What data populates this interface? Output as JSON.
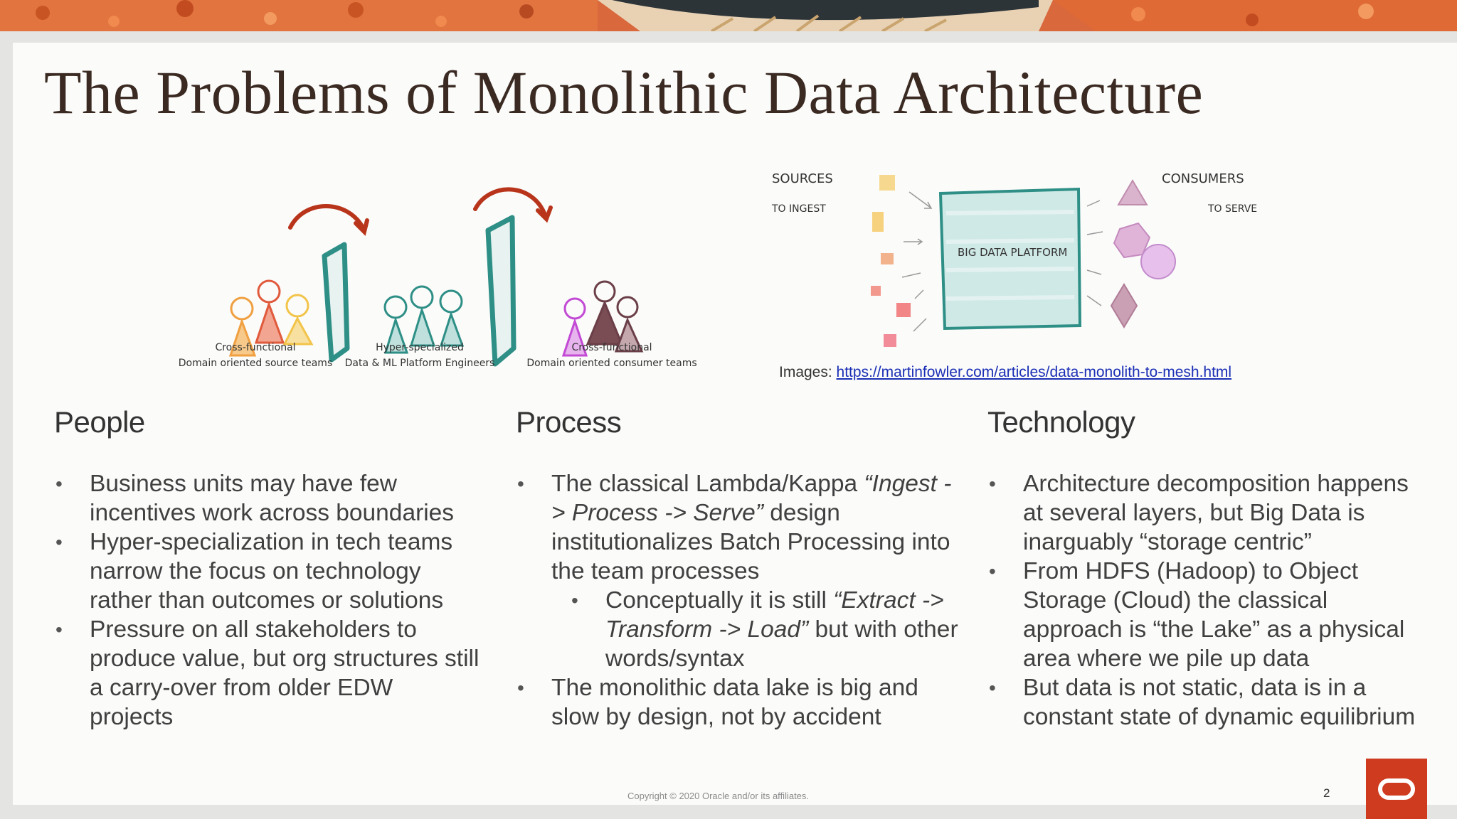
{
  "title": "The Problems of Monolithic Data Architecture",
  "figure_left": {
    "captions": [
      {
        "line1": "Cross-functional",
        "line2": "Domain oriented source teams"
      },
      {
        "line1": "Hyper-specialized",
        "line2": "Data & ML Platform Engineers"
      },
      {
        "line1": "Cross-functional",
        "line2": "Domain oriented consumer teams"
      }
    ]
  },
  "figure_right": {
    "sources_label": "SOURCES",
    "ingest_label": "TO INGEST",
    "consumers_label": "CONSUMERS",
    "serve_label": "TO SERVE",
    "platform_label": "BIG DATA PLATFORM"
  },
  "image_credit": {
    "prefix": "Images: ",
    "link": "https://martinfowler.com/articles/data-monolith-to-mesh.html"
  },
  "columns": {
    "people": {
      "heading": "People",
      "bullet1": "Business units may have few incentives work across boundaries",
      "bullet2": "Hyper-specialization in tech teams narrow the focus on technology rather than outcomes or solutions",
      "bullet3": "Pressure on all stakeholders to produce value, but org structures still a carry-over from older EDW projects"
    },
    "process": {
      "heading": "Process",
      "bullet1_pre": "The classical Lambda/Kappa ",
      "bullet1_em": "“Ingest -> Process -> Serve”",
      "bullet1_post": " design institutionalizes Batch Processing into the team processes",
      "sub1_pre": "Conceptually it is still ",
      "sub1_em": "“Extract -> Transform -> Load”",
      "sub1_post": " but with other words/syntax",
      "bullet2": "The monolithic data lake is big and slow by design, not by accident"
    },
    "technology": {
      "heading": "Technology",
      "bullet1": "Architecture decomposition happens at several layers, but Big Data is inarguably “storage centric”",
      "bullet2": "From HDFS (Hadoop) to Object Storage (Cloud) the classical approach is “the Lake” as a physical area where we pile up data",
      "bullet3": "But data is not static, data is in a constant state of dynamic equilibrium"
    }
  },
  "footer": {
    "copyright": "Copyright © 2020 Oracle and/or its affiliates.",
    "page_number": "2"
  },
  "colors": {
    "accent": "#cf3b1e",
    "teal": "#2e8f86",
    "link": "#1a2fb5"
  },
  "icons": {
    "logo": "oracle-logo-icon"
  }
}
